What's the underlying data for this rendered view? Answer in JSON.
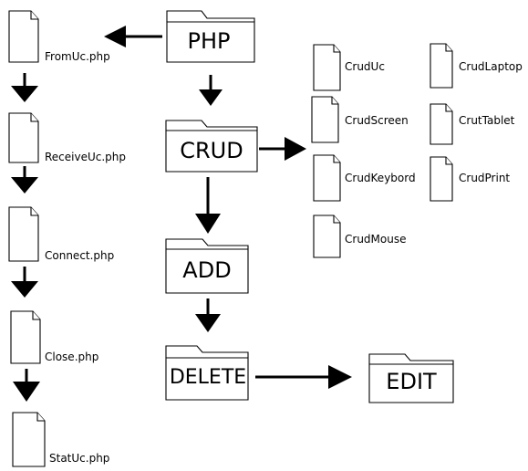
{
  "folders": {
    "php": "PHP",
    "crud": "CRUD",
    "add": "ADD",
    "delete": "DELETE",
    "edit": "EDIT"
  },
  "left_files": [
    "FromUc.php",
    "ReceiveUc.php",
    "Connect.php",
    "Close.php",
    "StatUc.php"
  ],
  "crud_files": [
    "CrudUc",
    "CrudScreen",
    "CrudKeybord",
    "CrudMouse",
    "CrudLaptop",
    "CrutTablet",
    "CrudPrint"
  ],
  "colors": {
    "stroke": "#000000",
    "background": "#ffffff"
  }
}
